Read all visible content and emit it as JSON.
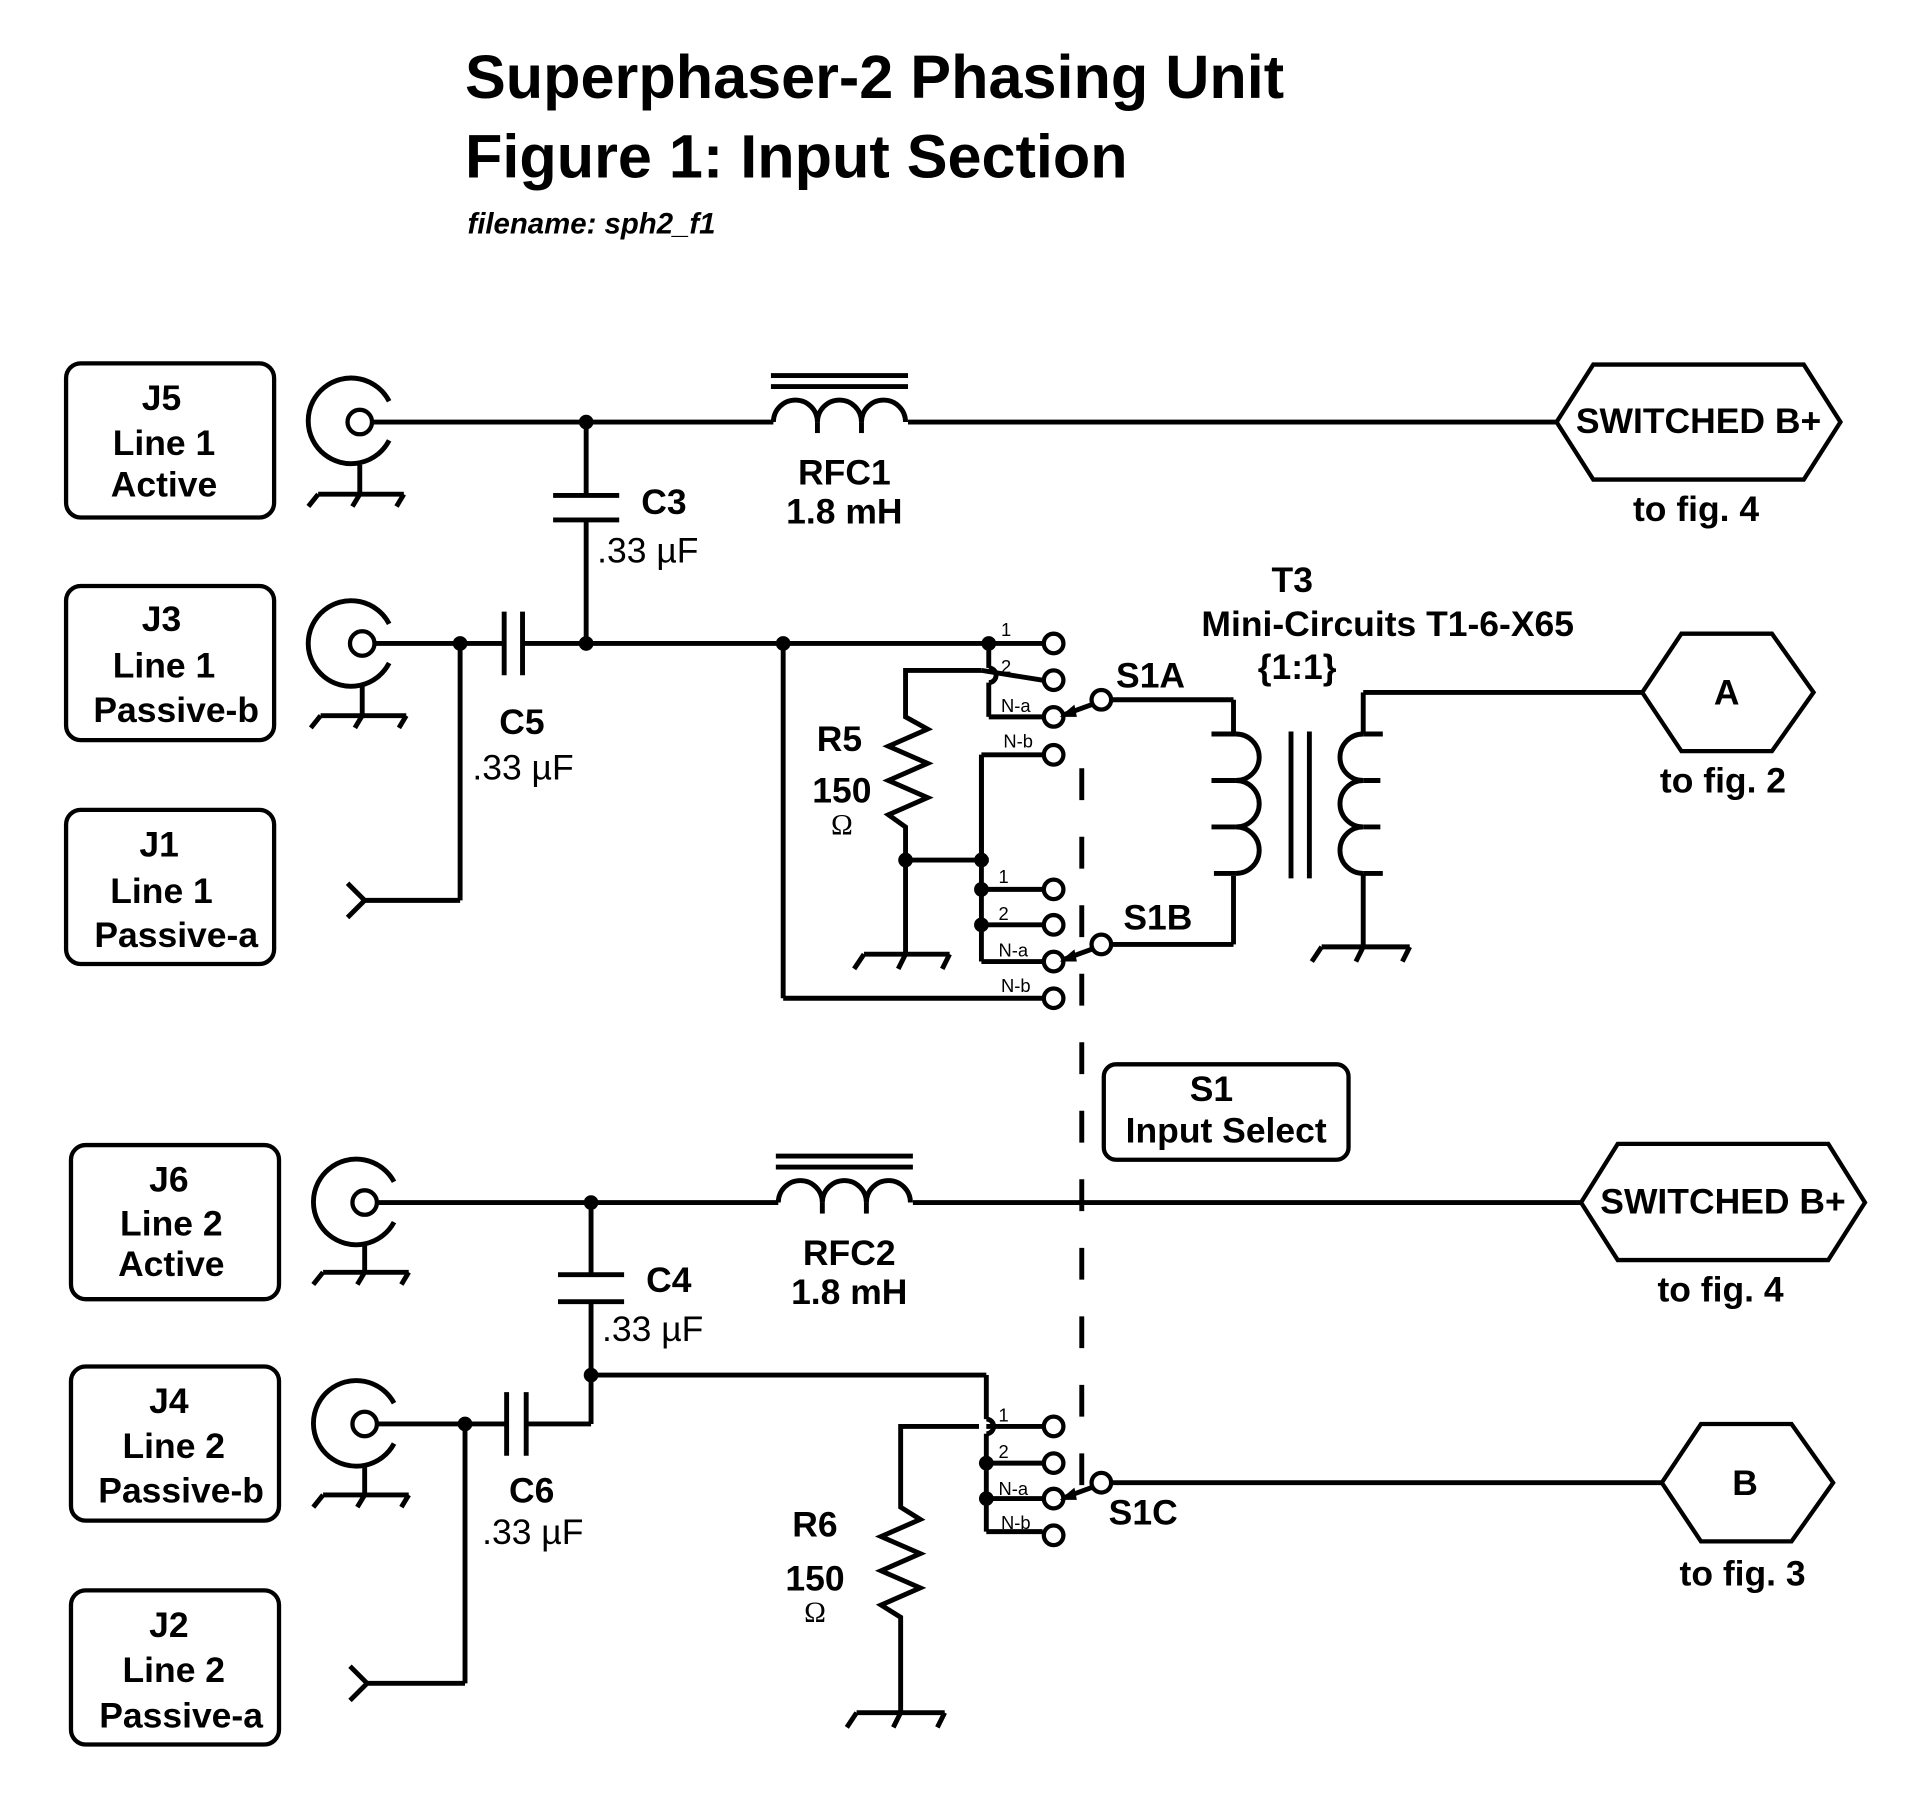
{
  "title": {
    "line1": "Superphaser-2  Phasing  Unit",
    "line2": "Figure 1: Input  Section",
    "filename": "filename: sph2_f1"
  },
  "jacks": [
    {
      "id": "J5",
      "line": "Line 1",
      "type": "Active"
    },
    {
      "id": "J3",
      "line": "Line 1",
      "type": "Passive-b"
    },
    {
      "id": "J1",
      "line": "Line 1",
      "type": "Passive-a"
    },
    {
      "id": "J6",
      "line": "Line 2",
      "type": "Active"
    },
    {
      "id": "J4",
      "line": "Line 2",
      "type": "Passive-b"
    },
    {
      "id": "J2",
      "line": "Line 2",
      "type": "Passive-a"
    }
  ],
  "components": {
    "C3": {
      "ref": "C3",
      "value": ".33 µF"
    },
    "C5": {
      "ref": "C5",
      "value": ".33 µF"
    },
    "C4": {
      "ref": "C4",
      "value": ".33 µF"
    },
    "C6": {
      "ref": "C6",
      "value": ".33 µF"
    },
    "RFC1": {
      "ref": "RFC1",
      "value": "1.8 mH"
    },
    "RFC2": {
      "ref": "RFC2",
      "value": "1.8 mH"
    },
    "R5": {
      "ref": "R5",
      "value": "150",
      "unit": "Ω"
    },
    "R6": {
      "ref": "R6",
      "value": "150",
      "unit": "Ω"
    },
    "T3": {
      "ref": "T3",
      "part": "Mini-Circuits T1-6-X65",
      "ratio": "{1:1}"
    }
  },
  "switch": {
    "ref": "S1",
    "name": "Input Select",
    "sections": [
      "S1A",
      "S1B",
      "S1C"
    ],
    "positions": [
      "1",
      "2",
      "N-a",
      "N-b"
    ]
  },
  "connectors": [
    {
      "label": "SWITCHED B+",
      "dest": "to fig. 4"
    },
    {
      "label": "A",
      "dest": "to fig. 2"
    },
    {
      "label": "SWITCHED B+",
      "dest": "to fig. 4"
    },
    {
      "label": "B",
      "dest": "to fig. 3"
    }
  ]
}
